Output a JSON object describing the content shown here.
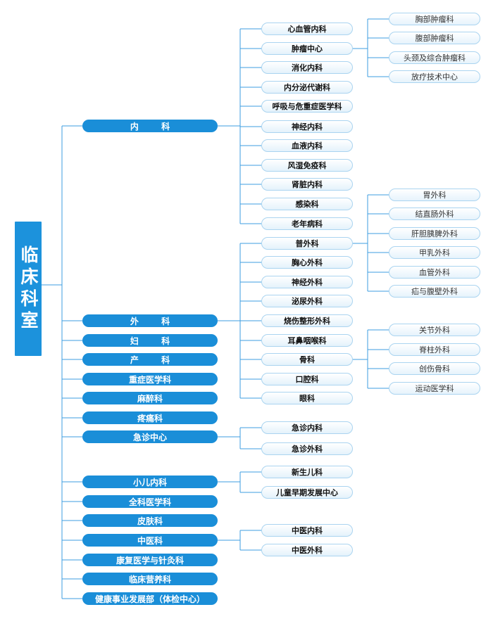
{
  "root": {
    "label": "临床科室"
  },
  "departments": [
    {
      "id": "neike",
      "label": "内  科",
      "spaced": true,
      "children": [
        {
          "label": "心血管内科"
        },
        {
          "label": "肿瘤中心",
          "children": [
            "胸部肿瘤科",
            "腹部肿瘤科",
            "头颈及综合肿瘤科",
            "放疗技术中心"
          ]
        },
        {
          "label": "消化内科"
        },
        {
          "label": "内分泌代谢科"
        },
        {
          "label": "呼吸与危重症医学科"
        },
        {
          "label": "神经内科"
        },
        {
          "label": "血液内科"
        },
        {
          "label": "风湿免疫科"
        },
        {
          "label": "肾脏内科"
        },
        {
          "label": "感染科"
        },
        {
          "label": "老年病科"
        }
      ]
    },
    {
      "id": "waike",
      "label": "外  科",
      "spaced": true,
      "children": [
        {
          "label": "普外科",
          "children": [
            "胃外科",
            "结直肠外科",
            "肝胆胰脾外科",
            "甲乳外科",
            "血管外科",
            "疝与腹壁外科"
          ]
        },
        {
          "label": "胸心外科"
        },
        {
          "label": "神经外科"
        },
        {
          "label": "泌尿外科"
        },
        {
          "label": "烧伤整形外科"
        },
        {
          "label": "耳鼻咽喉科"
        },
        {
          "label": "骨科",
          "children": [
            "关节外科",
            "脊柱外科",
            "创伤骨科",
            "运动医学科"
          ]
        },
        {
          "label": "口腔科"
        },
        {
          "label": "眼科"
        }
      ]
    },
    {
      "id": "fuke",
      "label": "妇  科",
      "spaced": true
    },
    {
      "id": "chanke",
      "label": "产  科",
      "spaced": true
    },
    {
      "id": "zhongzheng",
      "label": "重症医学科"
    },
    {
      "id": "mazui",
      "label": "麻醉科"
    },
    {
      "id": "tengtong",
      "label": "疼痛科"
    },
    {
      "id": "jizhen",
      "label": "急诊中心",
      "children": [
        {
          "label": "急诊内科"
        },
        {
          "label": "急诊外科"
        }
      ]
    },
    {
      "id": "xiaoer",
      "label": "小儿内科",
      "children": [
        {
          "label": "新生儿科"
        },
        {
          "label": "儿童早期发展中心"
        }
      ]
    },
    {
      "id": "quanke",
      "label": "全科医学科"
    },
    {
      "id": "pifu",
      "label": "皮肤科"
    },
    {
      "id": "zhongyi",
      "label": "中医科",
      "children": [
        {
          "label": "中医内科"
        },
        {
          "label": "中医外科"
        }
      ]
    },
    {
      "id": "kangfu",
      "label": "康复医学与针灸科"
    },
    {
      "id": "yingyang",
      "label": "临床营养科"
    },
    {
      "id": "jiankang",
      "label": "健康事业发展部（体检中心）"
    }
  ],
  "colors": {
    "line": "#3c9ee0",
    "level1": "#1a8ed8",
    "root": "#1c92dc"
  }
}
